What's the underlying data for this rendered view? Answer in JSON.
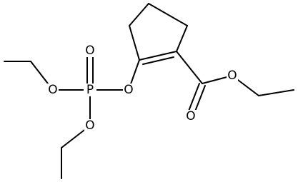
{
  "structure": {
    "atoms": [
      {
        "id": "o_top",
        "symbol": "O"
      },
      {
        "id": "o_left",
        "symbol": "O"
      },
      {
        "id": "p",
        "symbol": "P"
      },
      {
        "id": "o_ring",
        "symbol": "O"
      },
      {
        "id": "o_low",
        "symbol": "O"
      },
      {
        "id": "o_ester",
        "symbol": "O"
      },
      {
        "id": "o_carbonyl",
        "symbol": "O"
      }
    ]
  },
  "colors": {
    "bond": "#000000",
    "text": "#000000",
    "background": "#ffffff"
  }
}
